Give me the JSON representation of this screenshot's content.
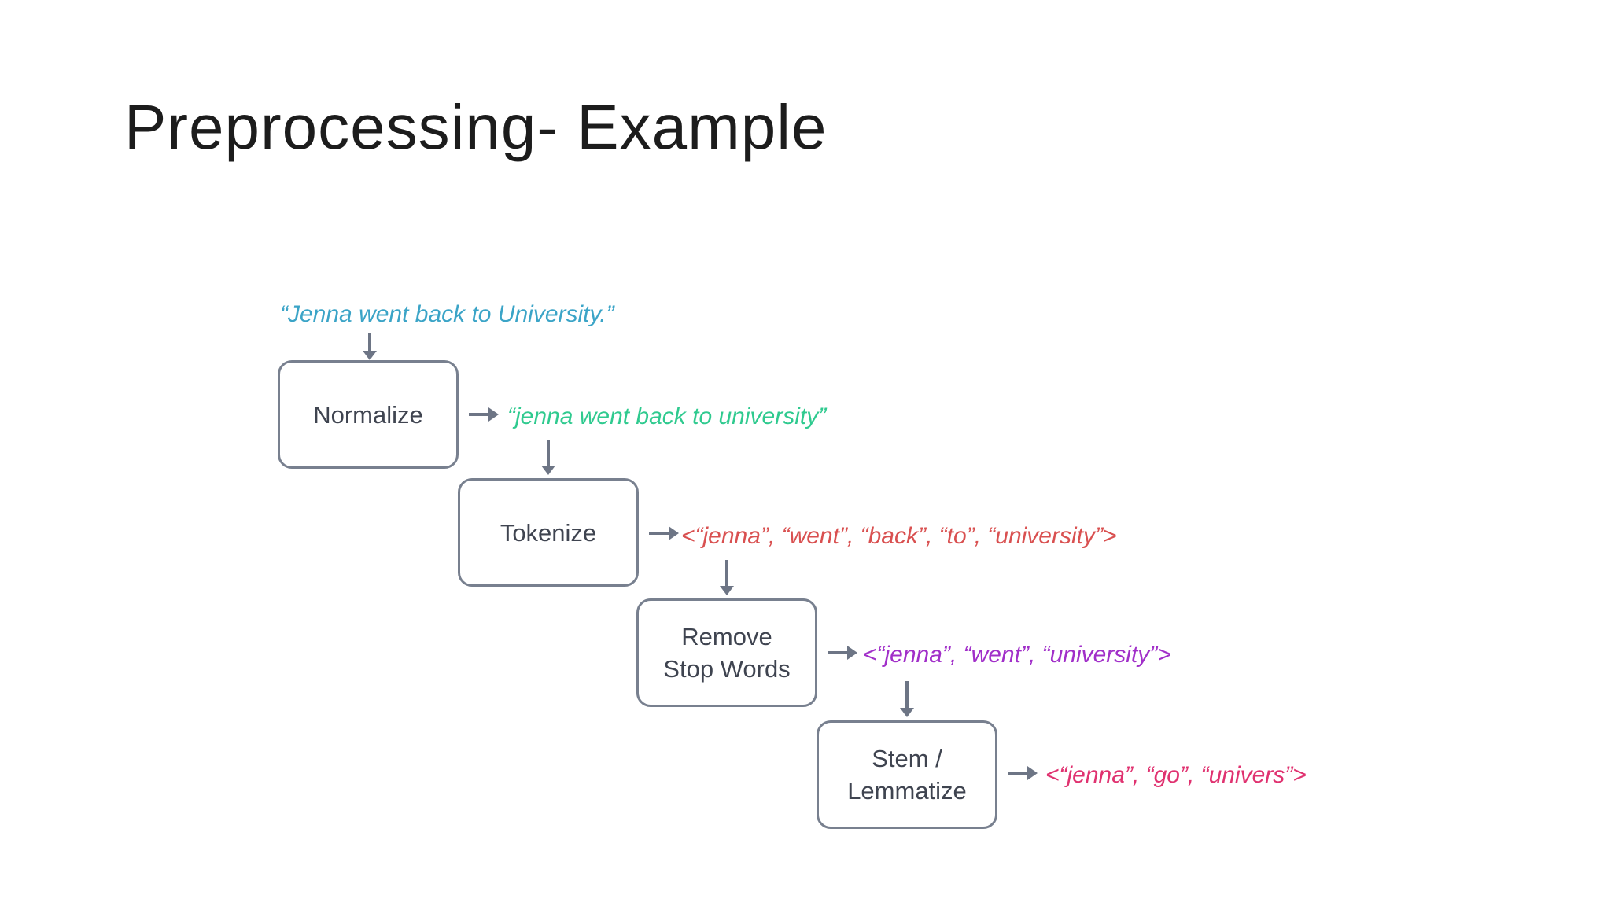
{
  "slide_title": "Preprocessing- Example",
  "pipeline": {
    "input": {
      "text": "“Jenna went back to University.”",
      "color": "#3ba4c7"
    },
    "steps": [
      {
        "label": "Normalize",
        "output": "“jenna went back to university”",
        "output_color": "#2fca8f"
      },
      {
        "label": "Tokenize",
        "output": "<“jenna”, “went”, “back”, “to”, “university”>",
        "output_color": "#d95050"
      },
      {
        "label": "Remove\nStop Words",
        "output": "<“jenna”, “went”, “university”>",
        "output_color": "#a12fc9"
      },
      {
        "label": "Stem /\nLemmatize",
        "output": "<“jenna”, “go”, “univers”>",
        "output_color": "#e03270"
      }
    ]
  },
  "icons": {
    "arrow_down": "↓",
    "arrow_right": "→"
  },
  "colors": {
    "background": "#ffffff",
    "title": "#1c1c1c",
    "box_border": "#78808f",
    "box_label": "#3f4450",
    "arrow": "#6d7585"
  }
}
